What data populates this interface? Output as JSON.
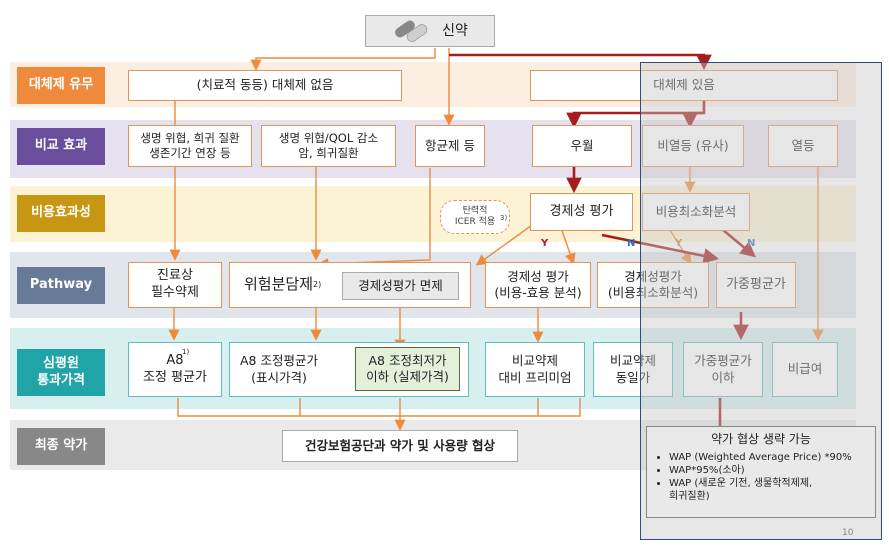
{
  "top": {
    "title": "신약"
  },
  "rows": [
    {
      "label": "대체제 유무",
      "color": "#ef8a3d"
    },
    {
      "label": "비교 효과",
      "color": "#6a4d9c"
    },
    {
      "label": "비용효과성",
      "color": "#c79612"
    },
    {
      "label": "Pathway",
      "color": "#677a97"
    },
    {
      "label": "심평원\n통과가격",
      "color": "#20a4a8"
    },
    {
      "label": "최종 약가",
      "color": "#888888"
    }
  ],
  "boxes": {
    "no_alt": "(치료적 동등) 대체제 없음",
    "has_alt": "대체제 있음",
    "life": "생명 위협, 희귀 질환\n생존기간 연장 등",
    "qol": "생명 위협/QOL 감소\n암, 희귀질환",
    "antibiotic": "항균제 등",
    "superior": "우월",
    "noninferior": "비열등 (유사)",
    "inferior": "열등",
    "econ_eval": "경제성 평가",
    "cost_min": "비용최소화분석",
    "elastic": "탄력적\nICER 적용",
    "elastic_sup": "3)",
    "essential": "진료상\n필수약제",
    "risk_share": "위험분담제",
    "risk_share_sup": "2)",
    "econ_exempt": "경제성평가 면제",
    "cea": "경제성 평가\n(비용-효용 분석)",
    "cma": "경제성평가\n(비용최소화분석)",
    "weighted": "가중평균가",
    "a8_adj": "A8\n조정 평균가",
    "a8_sup": "1)",
    "a8_disp": "A8 조정평균가\n(표시가격)",
    "a8_min": "A8 조정최저가\n이하 (실제가격)",
    "premium": "비교약제\n대비 프리미엄",
    "same": "비교약제\n동일가",
    "weighted_below": "가중평균가\n이하",
    "non_cover": "비급여",
    "negotiation": "건강보험공단과 약가 및 사용량 협상"
  },
  "arrow_labels": {
    "y1": "Y",
    "n1": "N",
    "y2": "Y",
    "n2": "N"
  },
  "strategy": {
    "title": "약가 협상 생략 가능",
    "bullets": [
      "WAP (Weighted Average Price) *90%",
      "WAP*95%(소아)",
      "WAP (새로운 기전, 생물학적제제,\n희귀질환)"
    ]
  },
  "page_number": "10"
}
